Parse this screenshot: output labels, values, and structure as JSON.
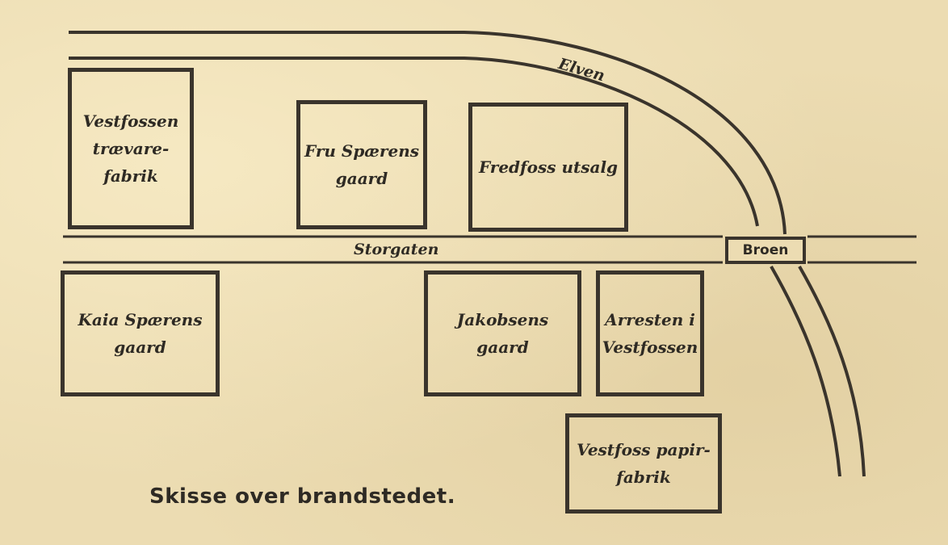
{
  "map": {
    "caption": "Skisse over brandstedet.",
    "river_label": "Elven",
    "street_label": "Storgaten",
    "bridge_label": "Broen",
    "buildings": {
      "vestfossen_travarefabrik": "Vestfossen\ntrævare-\nfabrik",
      "fru_spaerens_gaard": "Fru Spærens\ngaard",
      "fredfoss_utsalg": "Fredfoss utsalg",
      "kaia_spaerens_gaard": "Kaia Spærens\ngaard",
      "jakobsens_gaard": "Jakobsens\ngaard",
      "arresten_i_vestfossen": "Arresten i\nVestfossen",
      "vestfoss_papirfabrik": "Vestfoss papir-\nfabrik"
    }
  }
}
